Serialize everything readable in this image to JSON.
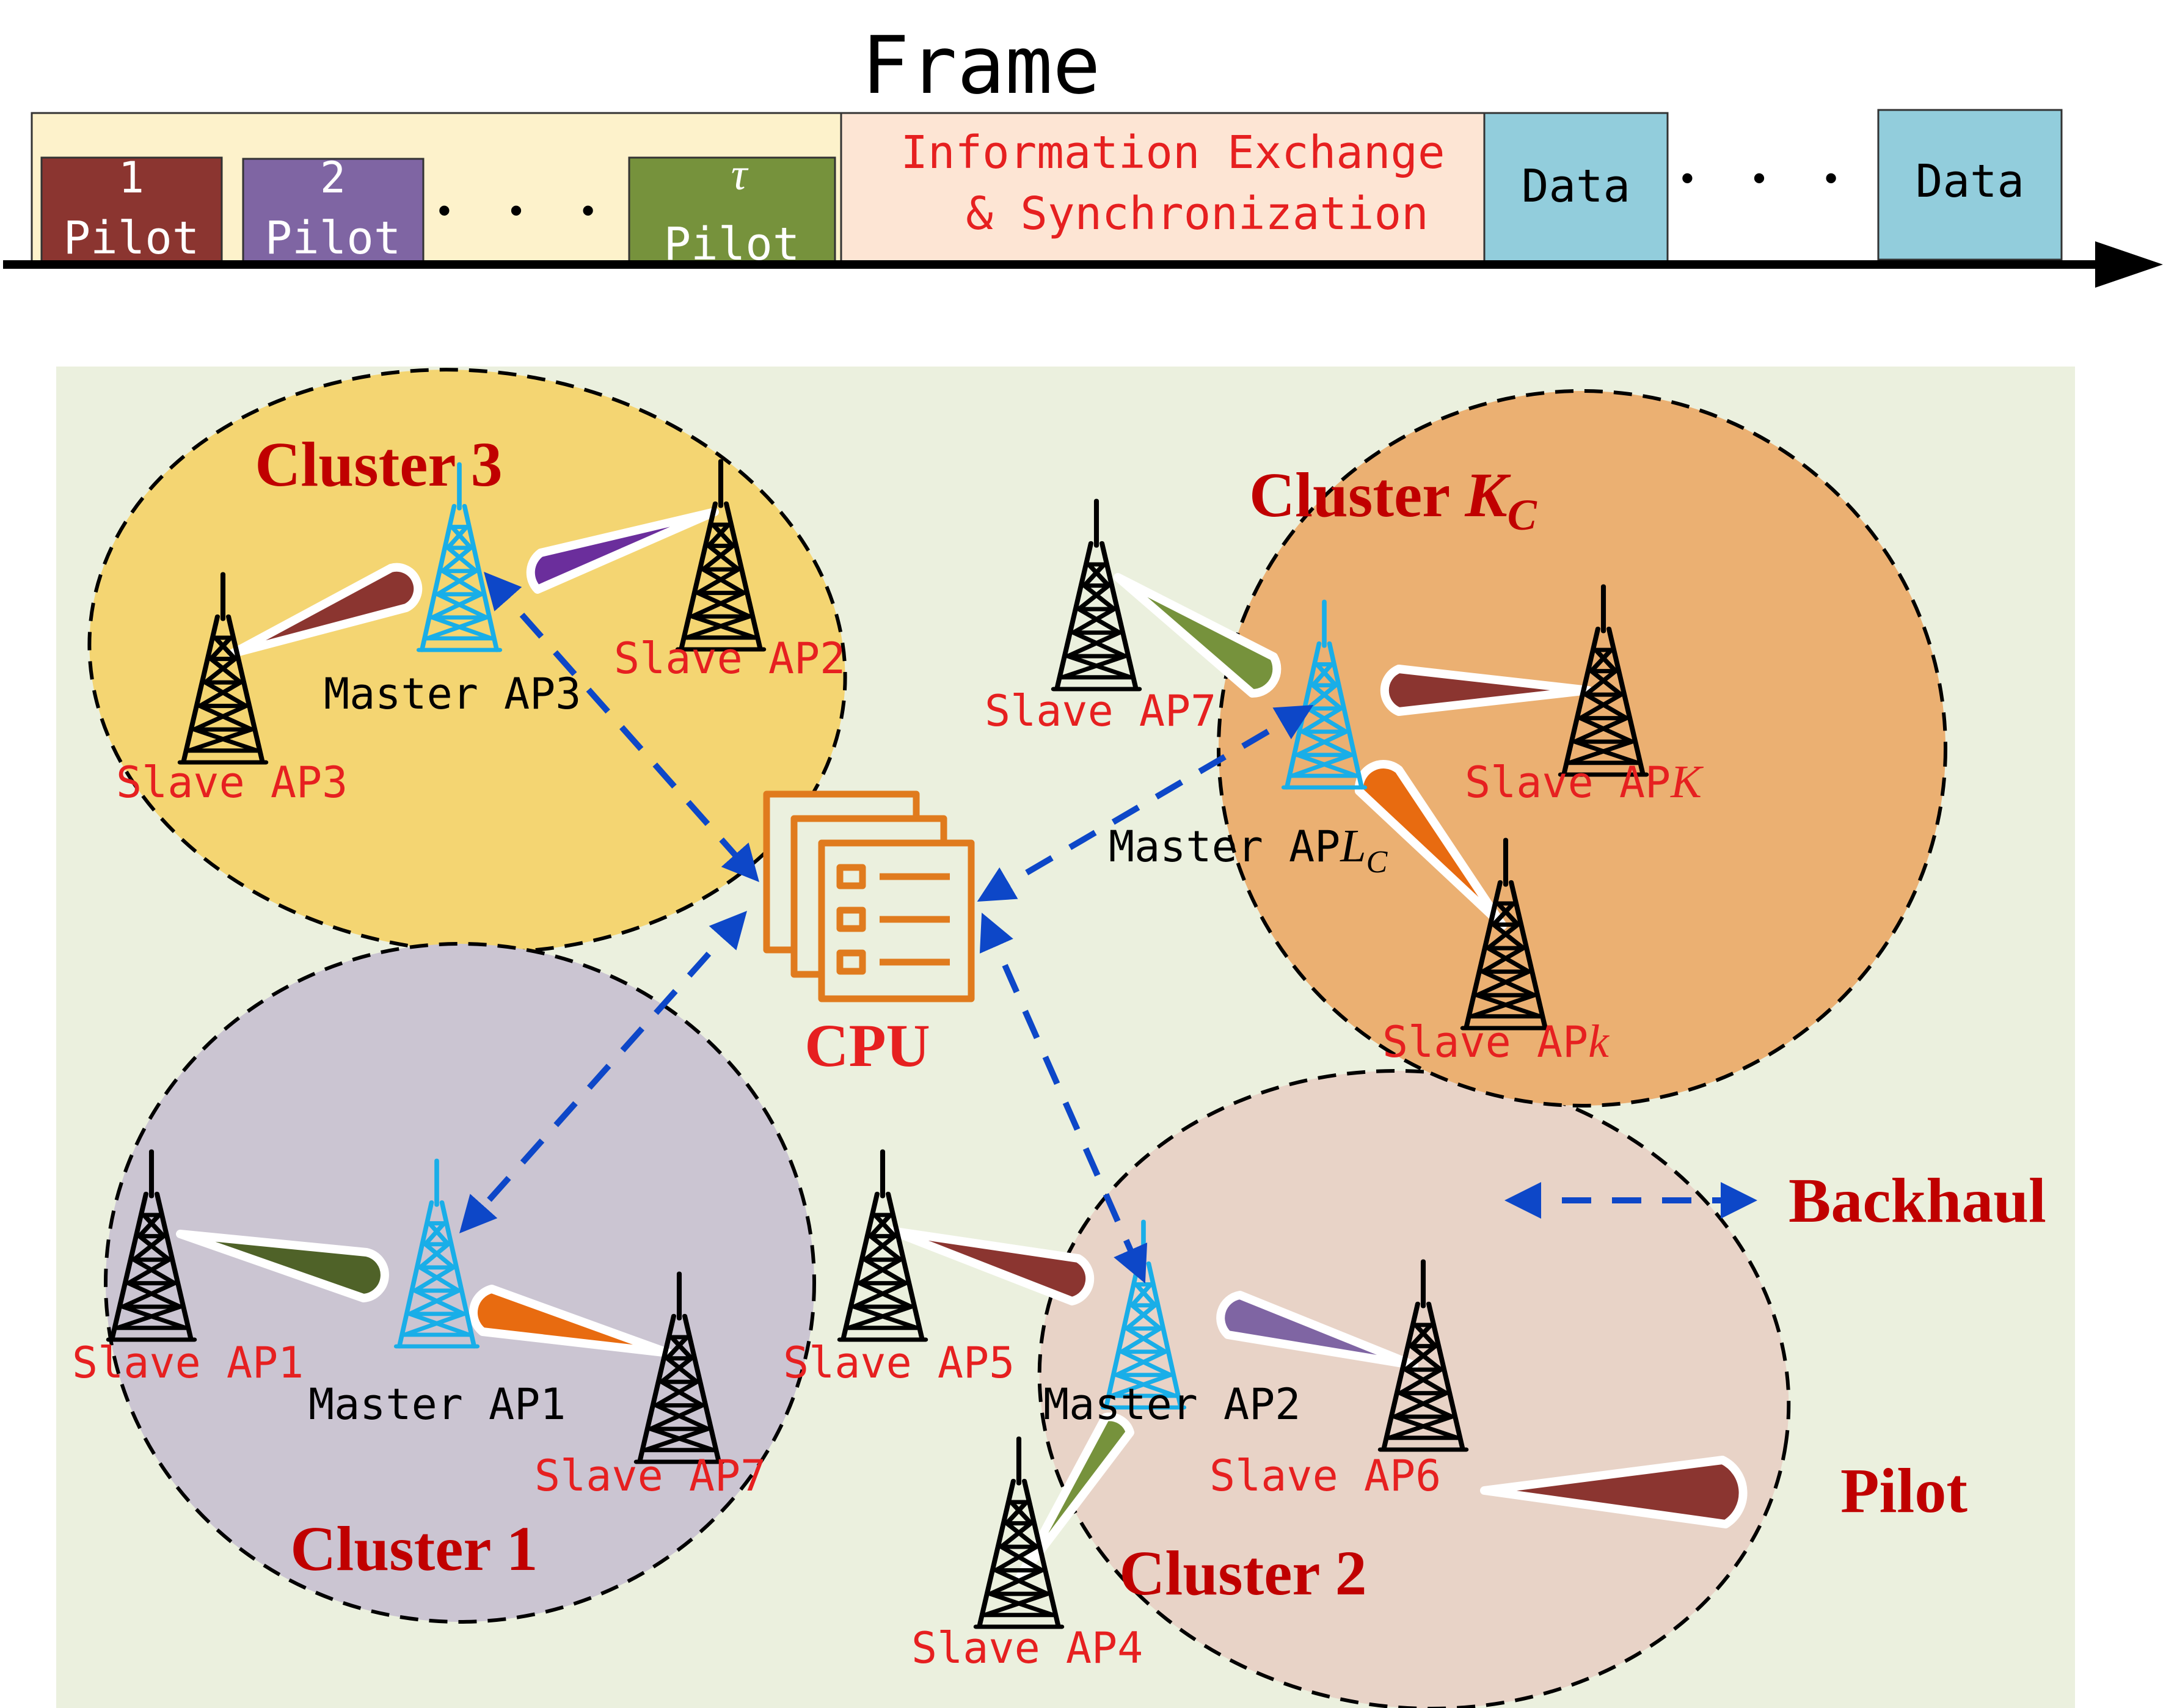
{
  "frame": {
    "title": "Frame",
    "pilots": [
      {
        "index": "1",
        "label": "Pilot"
      },
      {
        "index": "2",
        "label": "Pilot"
      },
      {
        "index": "τ",
        "label": "Pilot"
      }
    ],
    "dots_left": "• • •",
    "info_exchange_line1": "Information Exchange",
    "info_exchange_line2": "& Synchronization",
    "data_label": "Data",
    "dots_right": "• • •"
  },
  "clusters": {
    "c3": "Cluster 3",
    "kc_main": "Cluster ",
    "kc_var": "K",
    "kc_sub": "C",
    "c1": "Cluster 1",
    "c2": "Cluster 2"
  },
  "aps": {
    "master_ap3": "Master AP3",
    "slave_ap3": "Slave AP3",
    "slave_ap2": "Slave AP2",
    "slave_ap7_top": "Slave AP7",
    "slave_apK_main": "Slave AP",
    "slave_apK_var": "K",
    "master_apLc_main": "Master AP",
    "master_apLc_var": "L",
    "master_apLc_sub": "C",
    "slave_apk_main": "Slave AP",
    "slave_apk_var": "k",
    "slave_ap1": "Slave AP1",
    "master_ap1": "Master AP1",
    "slave_ap7_bottom": "Slave AP7",
    "slave_ap5": "Slave AP5",
    "master_ap2": "Master AP2",
    "slave_ap6": "Slave AP6",
    "slave_ap4": "Slave AP4"
  },
  "cpu_label": "CPU",
  "legend": {
    "backhaul": "Backhaul",
    "pilot": "Pilot"
  },
  "colors": {
    "pilot1": "#8b3530",
    "pilot2": "#7f65a3",
    "pilot_tau": "#76923c",
    "frame_bg": "#fdf2cb",
    "info_bg": "#fde5d4",
    "data_bg": "#92cddc",
    "cluster3": "#f4d572",
    "clusterKc": "#ebb072",
    "cluster1": "#cbc5d2",
    "cluster2": "#e8d3c7",
    "panel_bg": "#ebf0de",
    "backhaul": "#0d47c8",
    "cpu": "#e07b1e",
    "master_tower": "#19aee8",
    "label_red": "#e62020",
    "title_red": "#c00000"
  }
}
